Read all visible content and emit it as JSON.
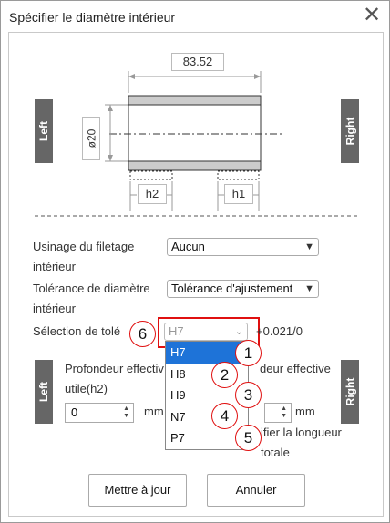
{
  "window": {
    "title": "Spécifier le diamètre intérieur",
    "close_glyph": "✕"
  },
  "diagram": {
    "length_value": "83.52",
    "diameter_label": "ø20",
    "h2_label": "h2",
    "h1_label": "h1",
    "left_label": "Left",
    "right_label": "Right"
  },
  "form": {
    "threading_label": "Usinage du filetage intérieur",
    "threading_value": "Aucun",
    "tolerance_label": "Tolérance de diamètre intérieur",
    "tolerance_value": "Tolérance d'ajustement",
    "selection_label": "Sélection de tolé",
    "selection_value": "H7",
    "selection_range": "+0.021/0",
    "left_side_label": "Left",
    "right_side_label": "Right",
    "depth_left_label": "Profondeur effectiv utile(h2)",
    "depth_left_value": "0",
    "unit_mm": "mm",
    "depth_right_label": "deur effective",
    "depth_right_unit": "mm",
    "specify_label": "ifier la longueur totale"
  },
  "dropdown": {
    "options": [
      "H7",
      "H8",
      "H9",
      "N7",
      "P7"
    ],
    "selected": "H7"
  },
  "badges": [
    "1",
    "2",
    "3",
    "4",
    "5",
    "6"
  ],
  "buttons": {
    "update": "Mettre à jour",
    "cancel": "Annuler"
  },
  "colors": {
    "highlight": "#e01010",
    "selected": "#1e73d8",
    "side_button": "#666666"
  }
}
